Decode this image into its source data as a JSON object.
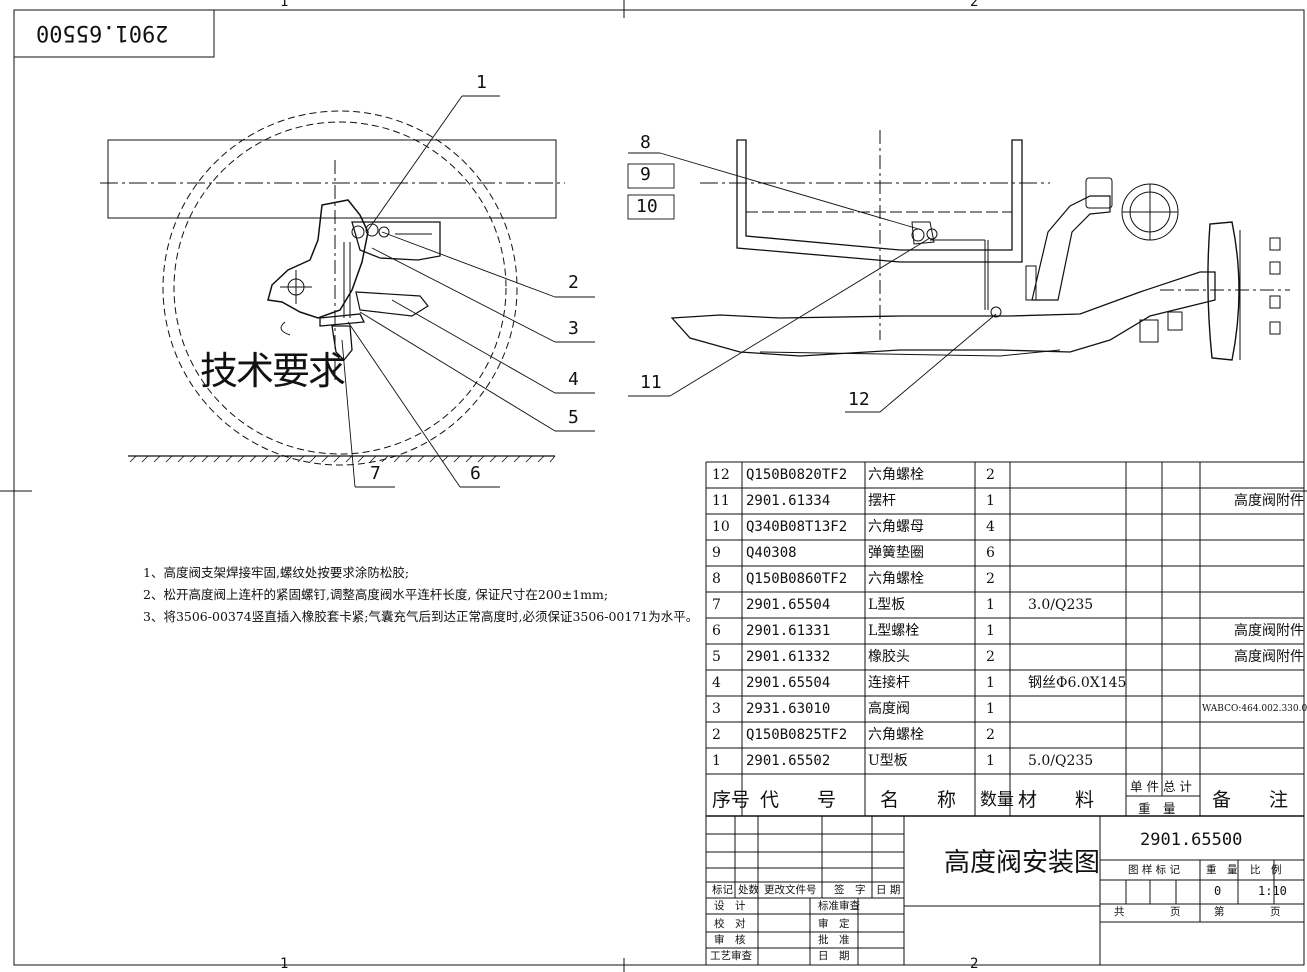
{
  "frame": {
    "zone_top_left": "1",
    "zone_top_right": "2",
    "zone_bottom_left": "1",
    "zone_bottom_right": "2"
  },
  "corner_code": "2901.65500",
  "left_view": {
    "overlay_text": "技术要求",
    "callouts": [
      "1",
      "2",
      "3",
      "4",
      "5",
      "6",
      "7"
    ]
  },
  "right_view": {
    "callouts": [
      "8",
      "9",
      "10",
      "11",
      "12"
    ]
  },
  "notes": [
    "1、高度阀支架焊接牢固,螺纹处按要求涂防松胶;",
    "2、松开高度阀上连杆的紧固螺钉,调整高度阀水平连杆长度, 保证尺寸在200±1mm;",
    "3、将3506-00374竖直插入橡胶套卡紧;气囊充气后到达正常高度时,必须保证3506-00171为水平。"
  ],
  "bom": {
    "rows": [
      {
        "no": "12",
        "code": "Q150B0820TF2",
        "name": "六角螺栓",
        "qty": "2",
        "material": "",
        "remark": ""
      },
      {
        "no": "11",
        "code": "2901.61334",
        "name": "摆杆",
        "qty": "1",
        "material": "",
        "remark": "高度阀附件"
      },
      {
        "no": "10",
        "code": "Q340B08T13F2",
        "name": "六角螺母",
        "qty": "4",
        "material": "",
        "remark": ""
      },
      {
        "no": "9",
        "code": "Q40308",
        "name": "弹簧垫圈",
        "qty": "6",
        "material": "",
        "remark": ""
      },
      {
        "no": "8",
        "code": "Q150B0860TF2",
        "name": "六角螺栓",
        "qty": "2",
        "material": "",
        "remark": ""
      },
      {
        "no": "7",
        "code": "2901.65504",
        "name": "L型板",
        "qty": "1",
        "material": "3.0/Q235",
        "remark": ""
      },
      {
        "no": "6",
        "code": "2901.61331",
        "name": "L型螺栓",
        "qty": "1",
        "material": "",
        "remark": "高度阀附件"
      },
      {
        "no": "5",
        "code": "2901.61332",
        "name": "橡胶头",
        "qty": "2",
        "material": "",
        "remark": "高度阀附件"
      },
      {
        "no": "4",
        "code": "2901.65504",
        "name": "连接杆",
        "qty": "1",
        "material": "钢丝Φ6.0X145",
        "remark": ""
      },
      {
        "no": "3",
        "code": "2931.63010",
        "name": "高度阀",
        "qty": "1",
        "material": "",
        "remark": "WABCO:464.002.330.0"
      },
      {
        "no": "2",
        "code": "Q150B0825TF2",
        "name": "六角螺栓",
        "qty": "2",
        "material": "",
        "remark": ""
      },
      {
        "no": "1",
        "code": "2901.65502",
        "name": "U型板",
        "qty": "1",
        "material": "5.0/Q235",
        "remark": ""
      }
    ],
    "header": {
      "no": "序号",
      "code": "代　　号",
      "name": "名　　称",
      "qty": "数量",
      "material": "材　　料",
      "unit_total": "单 件 总 计",
      "weight": "重　量",
      "remark": "备　　注"
    }
  },
  "title_block": {
    "drawing_title": "高度阀安装图",
    "drawing_no": "2901.65500",
    "rev_header": [
      "标记",
      "处数",
      "更改文件号",
      "签　字",
      "日 期"
    ],
    "left_labels": [
      "设　计",
      "校　对",
      "审　核",
      "工艺审查"
    ],
    "mid_labels": [
      "标准审查",
      "审　定",
      "批　准",
      "日　期"
    ],
    "stage_label": "图 样 标 记",
    "weight_label": "重　量",
    "scale_label": "比　例",
    "weight_value": "0",
    "scale_value": "1:10",
    "sheets_total_label": "共",
    "sheets_page_label": "页",
    "sheet_label": "第",
    "sheet_page_label": "页"
  }
}
